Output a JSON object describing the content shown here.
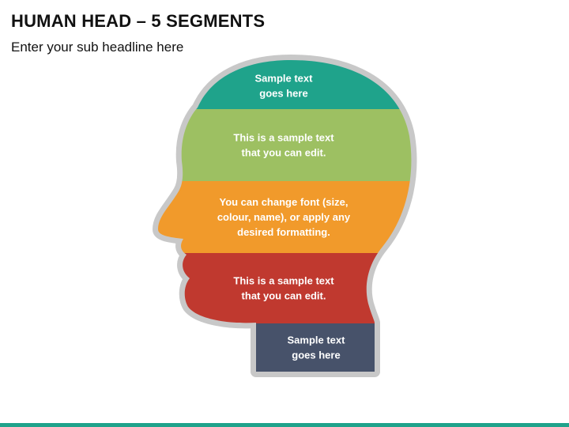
{
  "header": {
    "title": "HUMAN HEAD – 5 SEGMENTS",
    "subtitle": "Enter your sub headline here"
  },
  "segments": [
    {
      "lines": [
        "Sample text",
        "goes here"
      ],
      "color": "#1fa38b"
    },
    {
      "lines": [
        "This is a sample text",
        "that you can edit."
      ],
      "color": "#9dc062"
    },
    {
      "lines": [
        "You can change font (size,",
        "colour, name), or apply any",
        "desired formatting."
      ],
      "color": "#f19a2b"
    },
    {
      "lines": [
        "This is a sample text",
        "that you can edit."
      ],
      "color": "#c0392f"
    },
    {
      "lines": [
        "Sample text",
        "goes here"
      ],
      "color": "#47526a"
    }
  ],
  "colors": {
    "outline": "#c8c8c8",
    "footer_bar": "#1fa38b"
  }
}
